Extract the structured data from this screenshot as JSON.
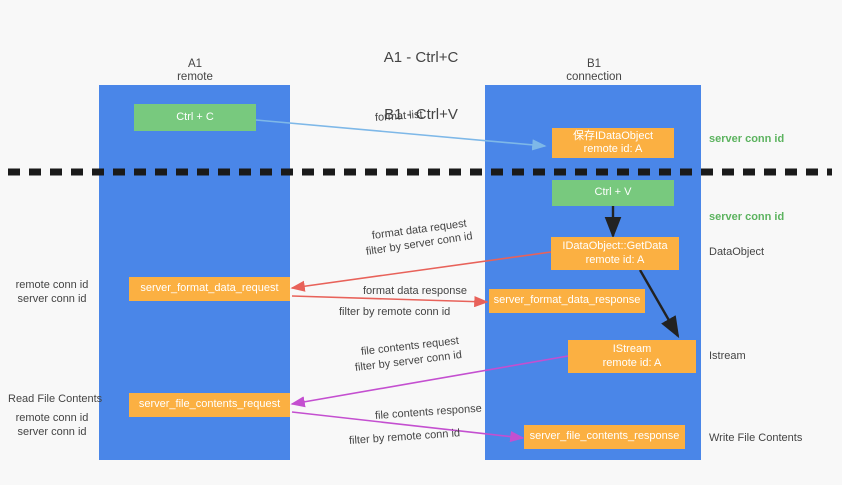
{
  "title": {
    "line1": "A1 - Ctrl+C",
    "line2": "B1 - Ctrl+V"
  },
  "columns": [
    {
      "name": "A1",
      "sub": "remote"
    },
    {
      "name": "B1",
      "sub": "connection"
    }
  ],
  "boxes": {
    "ctrl_c": {
      "line1": "Ctrl + C",
      "line2": "",
      "color": "#78c97e"
    },
    "save_dataobject": {
      "line1": "保存IDataObject",
      "line2": "remote id: A",
      "color": "#fbb042"
    },
    "ctrl_v": {
      "line1": "Ctrl + V",
      "line2": "",
      "color": "#78c97e"
    },
    "getdata": {
      "line1": "IDataObject::GetData",
      "line2": "remote id: A",
      "color": "#fbb042"
    },
    "istream": {
      "line1": "IStream",
      "line2": "remote id: A",
      "color": "#fbb042"
    },
    "format_data_request": {
      "line1": "server_format_data_request",
      "line2": "",
      "color": "#fbb042"
    },
    "format_data_response": {
      "line1": "server_format_data_response",
      "line2": "",
      "color": "#fbb042"
    },
    "file_contents_request": {
      "line1": "server_file_contents_request",
      "line2": "",
      "color": "#fbb042"
    },
    "file_contents_response": {
      "line1": "server_file_contents_response",
      "line2": "",
      "color": "#fbb042"
    }
  },
  "arrow_labels": {
    "format_list": "format list",
    "format_data_request": "format data request",
    "format_data_request_filter_prefix": "filter by",
    "format_data_request_filter_value": "server conn id",
    "format_data_response": "format data response",
    "format_data_response_filter_prefix": "filter by",
    "format_data_response_filter_value": "remote conn id",
    "file_contents_request": "file contents request",
    "file_contents_request_filter_prefix": "filter by",
    "file_contents_request_filter_value": "server conn id",
    "file_contents_response": "file contents response",
    "file_contents_response_filter_prefix": "filter by",
    "file_contents_response_filter_value": "remote conn id"
  },
  "left_annotations": {
    "conn_ids_top": {
      "remote": "remote conn id",
      "server": "server conn id"
    },
    "read_file_contents": "Read File Contents",
    "conn_ids_bottom": {
      "remote": "remote conn id",
      "server": "server conn id"
    }
  },
  "right_annotations": {
    "server_conn_id_1": "server conn id",
    "server_conn_id_2": "server conn id",
    "dataobject": "DataObject",
    "istream": "Istream",
    "write_file_contents": "Write File Contents"
  },
  "colors": {
    "lane": "#4a86e8",
    "green_box": "#78c97e",
    "orange_box": "#fbb042",
    "green_text": "#5cb35f",
    "purple_text": "#b84fd8",
    "arrow_red": "#e8625a",
    "arrow_purple": "#c44fd0",
    "arrow_blue": "#7eb8e8",
    "arrow_dark": "#222222",
    "divider": "#1a1a1a",
    "text": "#444444",
    "background": "#f8f8f8"
  }
}
